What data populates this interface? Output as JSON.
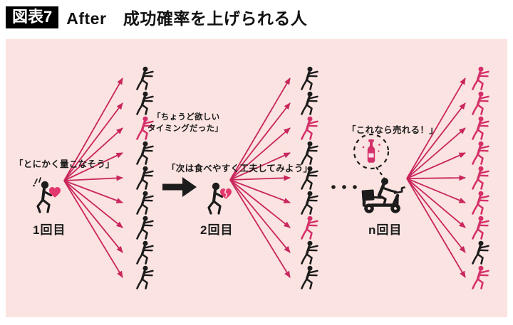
{
  "header": {
    "badge": "図表7",
    "title": "After　成功確率を上げられる人"
  },
  "colors": {
    "panel": "#fae3e0",
    "arrow": "#c9265c",
    "figure_black": "#1c1c1c",
    "figure_pink": "#d5306a",
    "heart": "#e3386f",
    "bottle": "#d5306a"
  },
  "stages": [
    {
      "quote": "「とにかく量こなそう」",
      "label": "1回目",
      "icon": "person-with-heart-icon",
      "audience": [
        "black",
        "black",
        "pink",
        "black",
        "black",
        "black",
        "black",
        "black",
        "black"
      ],
      "callout": {
        "line1": "「ちょうど欲しい",
        "line2": "タイミングだった」"
      }
    },
    {
      "quote": "「次は食べやすく工夫してみよう」",
      "label": "2回目",
      "icon": "person-with-broken-heart-icon",
      "audience": [
        "black",
        "black",
        "pink",
        "black",
        "black",
        "black",
        "pink",
        "black",
        "black"
      ]
    },
    {
      "quote": "「これなら売れる！」",
      "label": "n回目",
      "icon": "delivery-scooter-icon",
      "audience": [
        "pink",
        "pink",
        "pink",
        "pink",
        "pink",
        "pink",
        "pink",
        "black",
        "pink"
      ]
    }
  ],
  "ellipsis": "・・・"
}
